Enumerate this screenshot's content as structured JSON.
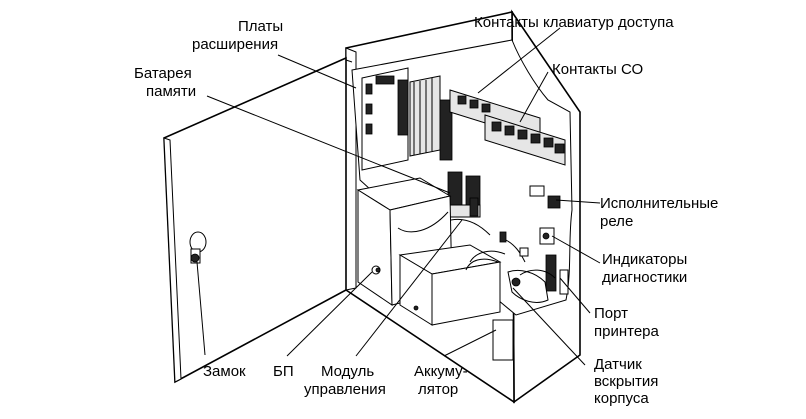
{
  "labels": {
    "expansion_boards": [
      "Платы",
      "расширения"
    ],
    "memory_battery": [
      "Батарея",
      "памяти"
    ],
    "keypad_contacts": "Контакты клавиатур доступа",
    "co_contacts": "Контакты СО",
    "output_relays": [
      "Исполнительные",
      "реле"
    ],
    "diagnostic_leds": [
      "Индикаторы",
      "диагностики"
    ],
    "printer_port": [
      "Порт",
      "принтера"
    ],
    "tamper_sensor": [
      "Датчик",
      "вскрытия",
      "корпуса"
    ],
    "lock": "Замок",
    "psu": "БП",
    "control_module": [
      "Модуль",
      "управления"
    ],
    "battery": [
      "Аккуму-",
      "лятор"
    ]
  }
}
